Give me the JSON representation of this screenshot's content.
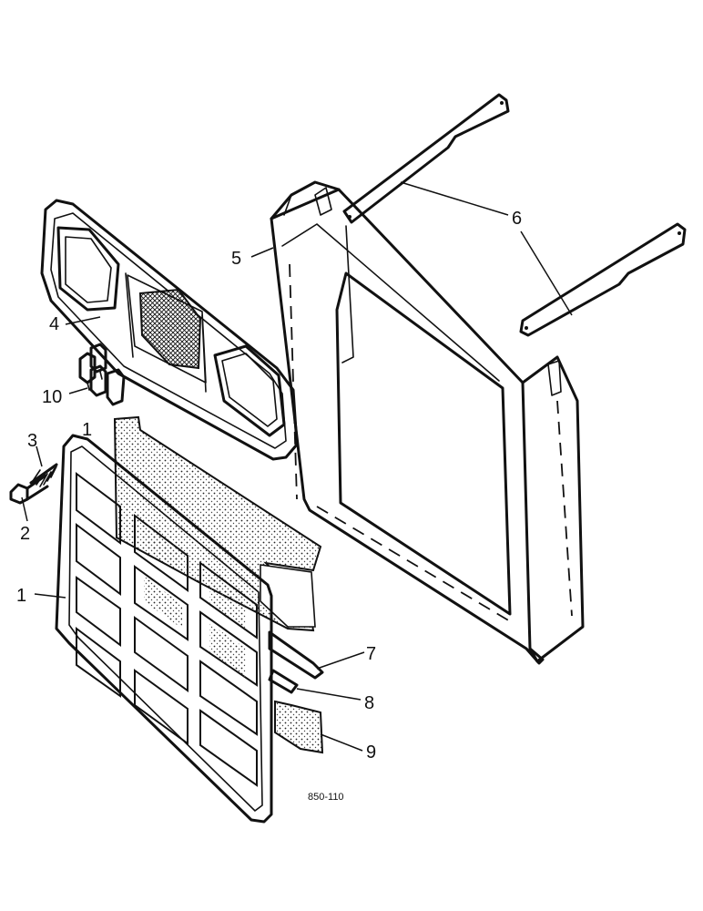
{
  "callouts": {
    "c1": "1",
    "c2": "2",
    "c3": "3",
    "c4": "4",
    "c5": "5",
    "c6": "6",
    "c7": "7",
    "c8": "8",
    "c9": "9",
    "c10": "10",
    "c_seal_mark": "1"
  },
  "figure_code": "850-110"
}
